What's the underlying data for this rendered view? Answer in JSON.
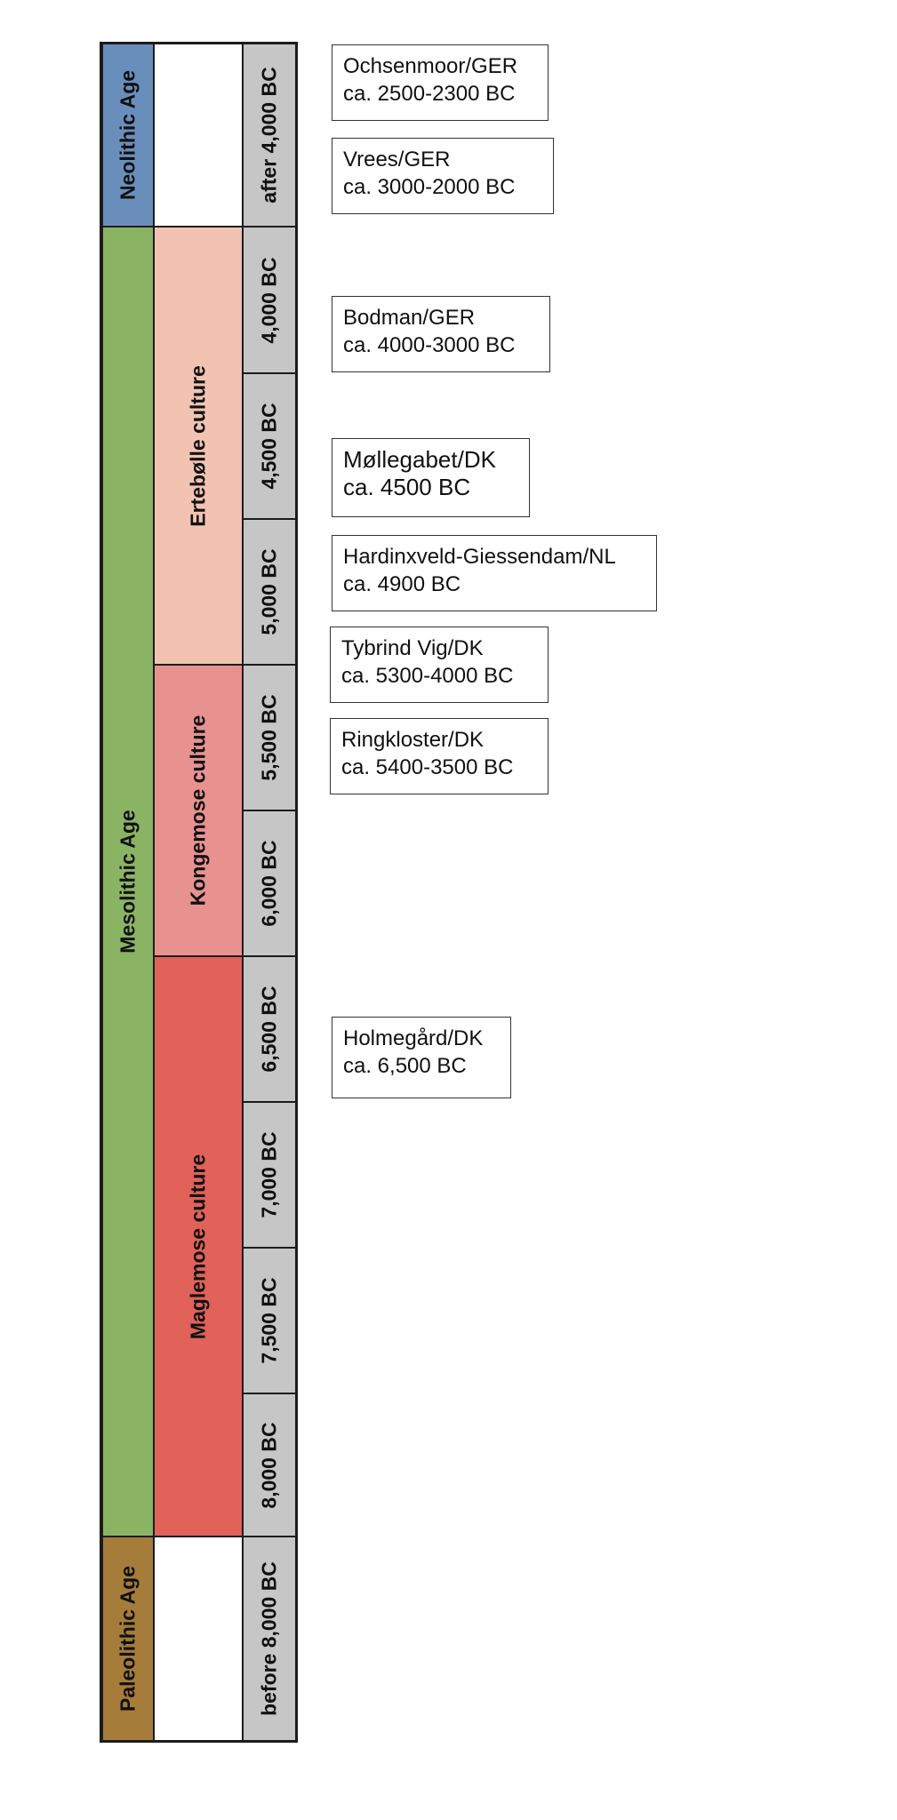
{
  "ages": [
    {
      "id": "neolithic",
      "label": "Neolithic Age",
      "color": "#6a8ebb"
    },
    {
      "id": "mesolithic",
      "label": "Mesolithic Age",
      "color": "#8ab463"
    },
    {
      "id": "paleolithic",
      "label": "Paleolithic Age",
      "color": "#a67c3a"
    }
  ],
  "cultures": [
    {
      "id": "ertebolle",
      "label": "Ertebølle culture",
      "color": "#f3c3b2"
    },
    {
      "id": "kongemose",
      "label": "Kongemose culture",
      "color": "#e89290"
    },
    {
      "id": "maglemose",
      "label": "Maglemose culture",
      "color": "#e06259"
    }
  ],
  "dates": [
    "after 4,000 BC",
    "4,000 BC",
    "4,500 BC",
    "5,000 BC",
    "5,500 BC",
    "6,000 BC",
    "6,500 BC",
    "7,000 BC",
    "7,500 BC",
    "8,000 BC",
    "before 8,000 BC"
  ],
  "date_cell_color": "#c6c6c6",
  "sites": [
    {
      "name": "Ochsenmoor/GER",
      "date": "ca. 2500-2300 BC"
    },
    {
      "name": "Vrees/GER",
      "date": "ca. 3000-2000 BC"
    },
    {
      "name": "Bodman/GER",
      "date": "ca. 4000-3000 BC"
    },
    {
      "name": "Møllegabet/DK",
      "date": "ca. 4500 BC"
    },
    {
      "name": "Hardinxveld-Giessendam/NL",
      "date": "ca. 4900 BC"
    },
    {
      "name": "Tybrind Vig/DK",
      "date": "ca. 5300-4000 BC"
    },
    {
      "name": "Ringkloster/DK",
      "date": "ca. 5400-3500 BC"
    },
    {
      "name": "Holmegård/DK",
      "date": "ca. 6,500 BC"
    }
  ]
}
